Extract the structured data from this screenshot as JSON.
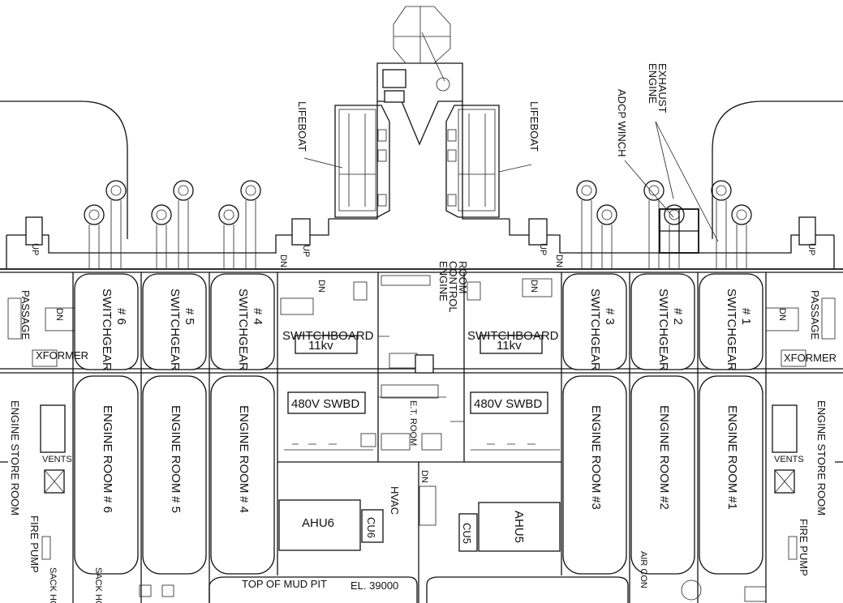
{
  "labels": {
    "lifeboat_left": "LIFEBOAT",
    "lifeboat_right": "LIFEBOAT",
    "engine_exhaust": "ENGINE EXHAUST",
    "adcp_winch": "ADCP WINCH",
    "engine_control_room": "ENGINE CONTROL ROOM",
    "et_room": "E.T. ROOM",
    "switchboard_left": "SWITCHBOARD",
    "switchboard_left_kv": "11kv",
    "switchboard_right": "SWITCHBOARD",
    "switchboard_right_kv": "11kv",
    "swbd_left": "480V SWBD",
    "swbd_right": "480V SWBD",
    "ahu6": "AHU6",
    "cu6": "CU6",
    "ahu5": "AHU5",
    "cu5": "CU5",
    "hvac": "HVAC",
    "passage_left": "PASSAGE",
    "passage_right": "PASSAGE",
    "xformer_left": "XFORMER",
    "xformer_right": "XFORMER",
    "vents_left": "VENTS",
    "vents_right": "VENTS",
    "engine_store_left": "ENGINE STORE ROOM",
    "engine_store_right": "ENGINE STORE ROOM",
    "fire_pump_left": "FIRE PUMP",
    "fire_pump_right": "FIRE PUMP",
    "sack_hopper_1": "SACK HOPPER",
    "sack_hopper_2": "SACK HOPPER",
    "mud_pit": "TOP OF MUD PIT",
    "elevation": "EL. 39000",
    "air_con": "AIR CON",
    "up": "UP",
    "dn": "DN"
  },
  "switchgear": [
    {
      "label": "SWITCHGEAR",
      "num": "# 6"
    },
    {
      "label": "SWITCHGEAR",
      "num": "# 5"
    },
    {
      "label": "SWITCHGEAR",
      "num": "# 4"
    },
    {
      "label": "SWITCHGEAR",
      "num": "# 3"
    },
    {
      "label": "SWITCHGEAR",
      "num": "# 2"
    },
    {
      "label": "SWITCHGEAR",
      "num": "# 1"
    }
  ],
  "engine_rooms": [
    {
      "label": "ENGINE ROOM",
      "num": "# 6"
    },
    {
      "label": "ENGINE ROOM",
      "num": "# 5"
    },
    {
      "label": "ENGINE ROOM",
      "num": "# 4"
    },
    {
      "label": "ENGINE ROOM",
      "num": "#3"
    },
    {
      "label": "ENGINE ROOM",
      "num": "#2"
    },
    {
      "label": "ENGINE ROOM",
      "num": "#1"
    }
  ]
}
